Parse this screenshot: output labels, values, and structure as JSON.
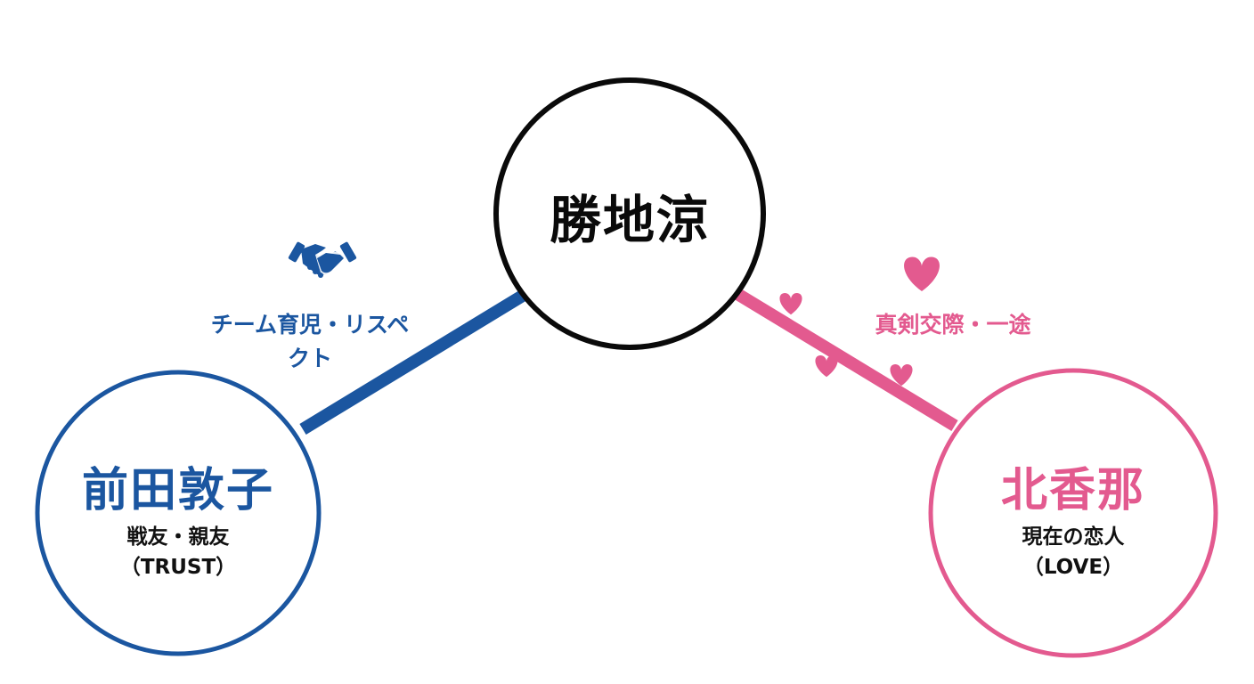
{
  "colors": {
    "center": "#0a0a0a",
    "trust_blue": "#1b56a0",
    "love_pink": "#e35a8f",
    "background": "#ffffff"
  },
  "nodes": {
    "center": {
      "name": "勝地涼"
    },
    "left": {
      "name": "前田敦子",
      "role": "戦友・親友",
      "tag": "（TRUST）"
    },
    "right": {
      "name": "北香那",
      "role": "現在の恋人",
      "tag": "（LOVE）"
    }
  },
  "edges": {
    "left": {
      "label": "チーム育児・リスペクト",
      "icon": "handshake-icon",
      "line_style": "solid"
    },
    "right": {
      "label": "真剣交際・一途",
      "icon": "heart-icon",
      "line_style": "solid-with-hearts"
    }
  }
}
